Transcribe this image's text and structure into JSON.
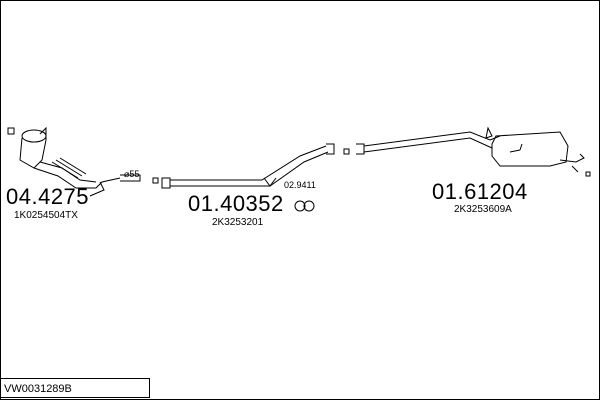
{
  "diagram": {
    "part_numbers": {
      "front": "04.4275",
      "middle": "01.40352",
      "rear": "01.61204"
    },
    "oem_codes": {
      "front": "1K0254504TX",
      "middle": "2K3253201",
      "rear": "2K3253609A"
    },
    "annotations": {
      "diameter": "⌀55",
      "clamp": "02.9411"
    },
    "reference": "VW0031289B"
  }
}
